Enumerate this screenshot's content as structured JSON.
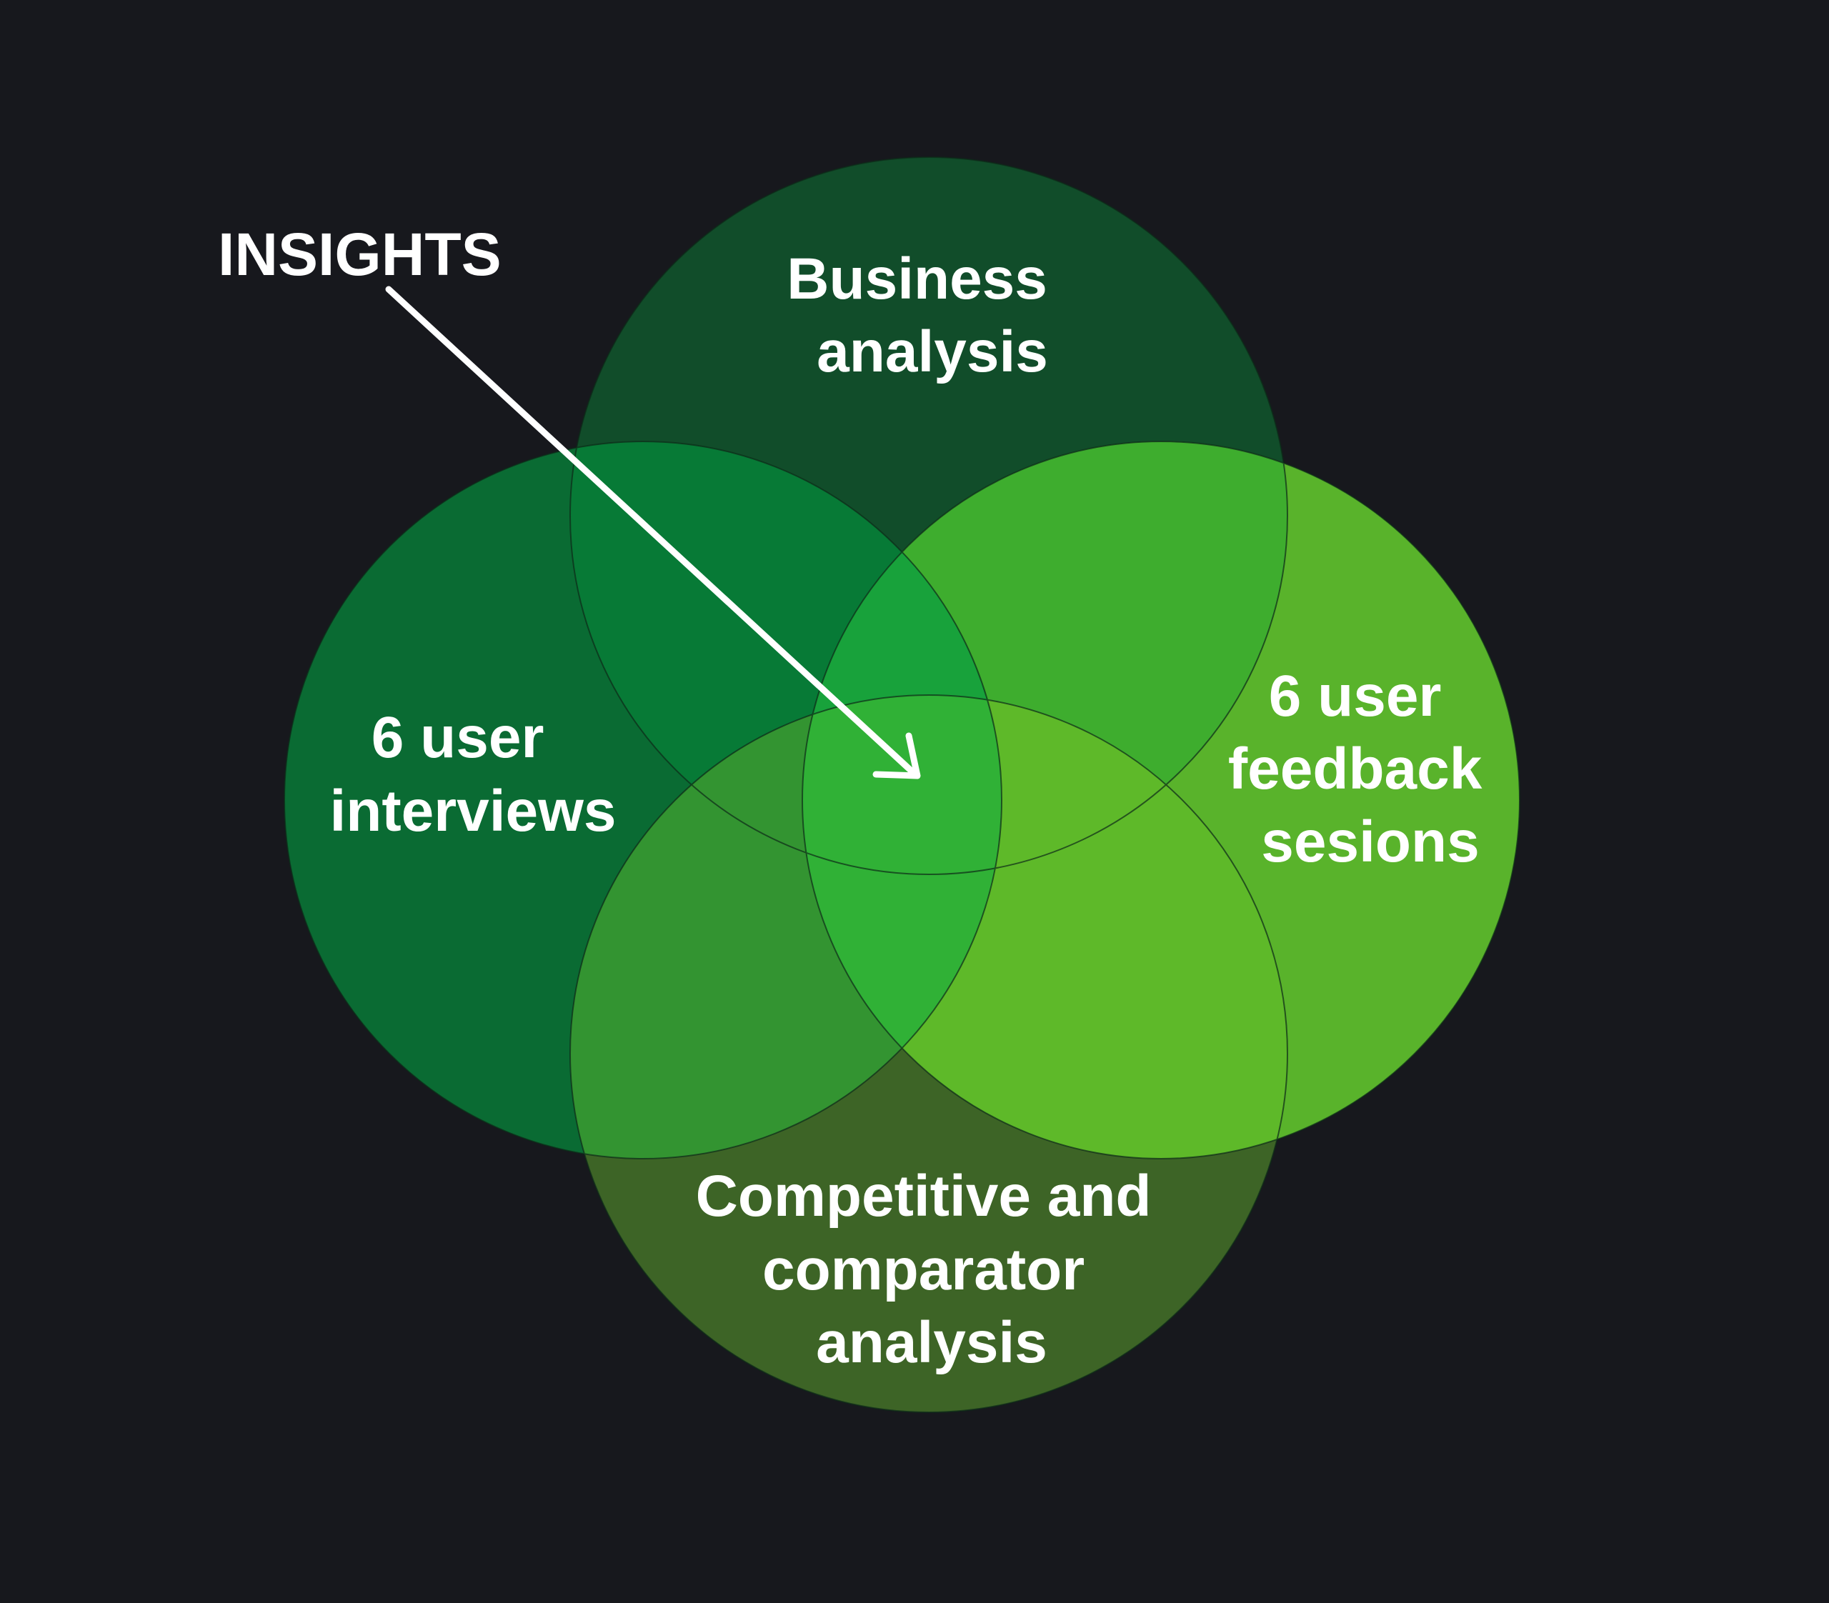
{
  "diagram": {
    "background_color": "#17181d",
    "pointer": {
      "label": "INSIGHTS",
      "color": "#ffffff"
    },
    "circles": [
      {
        "id": "business",
        "lines": [
          "Business",
          "analysis"
        ],
        "fill": "#114d2a"
      },
      {
        "id": "interviews",
        "lines": [
          "6 user",
          "interviews"
        ],
        "fill": "#0a6b33"
      },
      {
        "id": "feedback",
        "lines": [
          "6 user",
          "feedback",
          "sesions"
        ],
        "fill": "#59b32b"
      },
      {
        "id": "competitive",
        "lines": [
          "Competitive and",
          "comparator",
          "analysis"
        ],
        "fill": "#3d6426"
      }
    ],
    "overlap_colors": {
      "business_interviews": "#077a36",
      "business_feedback": "#3ead2e",
      "interviews_competitive": "#339431",
      "feedback_competitive": "#5eb929",
      "business_interviews_feedback": "#18a23b",
      "center": "#30b136"
    }
  }
}
